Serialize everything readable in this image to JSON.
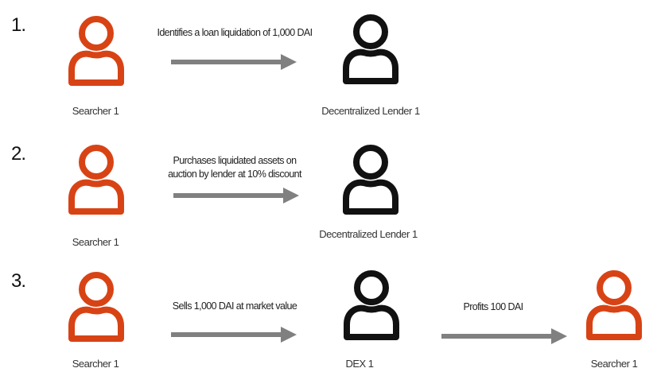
{
  "colors": {
    "searcher": "#d84315",
    "party": "#111111",
    "arrow": "#808080"
  },
  "steps": [
    {
      "number": "1.",
      "from": {
        "label": "Searcher 1",
        "icon": "person-icon",
        "role": "searcher"
      },
      "action": [
        "Identifies a loan liquidation of 1,000 DAI"
      ],
      "to": {
        "label": "Decentralized Lender 1",
        "icon": "person-icon",
        "role": "party"
      }
    },
    {
      "number": "2.",
      "from": {
        "label": "Searcher 1",
        "icon": "person-icon",
        "role": "searcher"
      },
      "action": [
        "Purchases liquidated assets on",
        "auction by lender at 10% discount"
      ],
      "to": {
        "label": "Decentralized Lender 1",
        "icon": "person-icon",
        "role": "party"
      }
    },
    {
      "number": "3.",
      "from": {
        "label": "Searcher 1",
        "icon": "person-icon",
        "role": "searcher"
      },
      "action": [
        "Sells 1,000 DAI at market value"
      ],
      "to": {
        "label": "DEX 1",
        "icon": "person-icon",
        "role": "party"
      },
      "then_action": [
        "Profits 100 DAI"
      ],
      "then_to": {
        "label": "Searcher 1",
        "icon": "person-icon",
        "role": "searcher"
      }
    }
  ]
}
